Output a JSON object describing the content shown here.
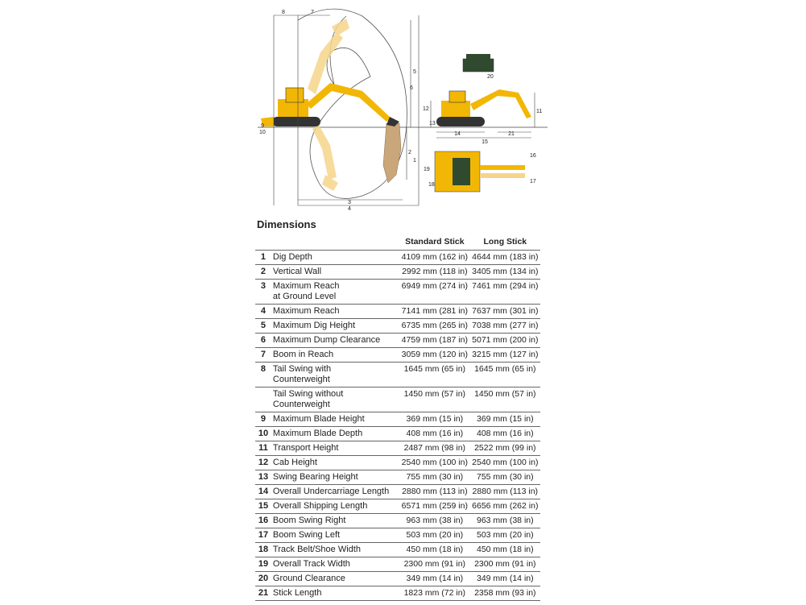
{
  "diagram": {
    "callouts": [
      "1",
      "2",
      "3",
      "4",
      "5",
      "6",
      "7",
      "8",
      "9",
      "10",
      "11",
      "12",
      "13",
      "14",
      "15",
      "16",
      "17",
      "18",
      "19",
      "20",
      "21"
    ]
  },
  "section_title": "Dimensions",
  "table": {
    "headers": [
      "",
      "",
      "Standard Stick",
      "Long Stick"
    ],
    "rows": [
      {
        "num": "1",
        "label": [
          "Dig Depth"
        ],
        "standard": "4109 mm (162 in)",
        "long": "4644 mm (183 in)"
      },
      {
        "num": "2",
        "label": [
          "Vertical Wall"
        ],
        "standard": "2992 mm (118 in)",
        "long": "3405 mm (134 in)"
      },
      {
        "num": "3",
        "label": [
          "Maximum Reach",
          "at Ground Level"
        ],
        "standard": "6949 mm (274 in)",
        "long": "7461 mm (294 in)"
      },
      {
        "num": "4",
        "label": [
          "Maximum Reach"
        ],
        "standard": "7141 mm (281 in)",
        "long": "7637 mm (301 in)"
      },
      {
        "num": "5",
        "label": [
          "Maximum Dig Height"
        ],
        "standard": "6735 mm (265 in)",
        "long": "7038 mm (277 in)"
      },
      {
        "num": "6",
        "label": [
          "Maximum Dump Clearance"
        ],
        "standard": "4759 mm (187 in)",
        "long": "5071 mm (200 in)"
      },
      {
        "num": "7",
        "label": [
          "Boom in Reach"
        ],
        "standard": "3059 mm (120 in)",
        "long": "3215 mm (127 in)"
      },
      {
        "num": "8",
        "label": [
          "Tail Swing with",
          "Counterweight"
        ],
        "standard": "1645 mm (65 in)",
        "long": "1645 mm (65 in)"
      },
      {
        "num": "",
        "label": [
          "Tail Swing without",
          "Counterweight"
        ],
        "standard": "1450 mm (57 in)",
        "long": "1450 mm (57 in)"
      },
      {
        "num": "9",
        "label": [
          "Maximum Blade Height"
        ],
        "standard": "369 mm (15 in)",
        "long": "369 mm (15 in)"
      },
      {
        "num": "10",
        "label": [
          "Maximum Blade Depth"
        ],
        "standard": "408 mm (16 in)",
        "long": "408 mm (16 in)"
      },
      {
        "num": "11",
        "label": [
          "Transport Height"
        ],
        "standard": "2487 mm (98 in)",
        "long": "2522 mm (99 in)"
      },
      {
        "num": "12",
        "label": [
          "Cab Height"
        ],
        "standard": "2540 mm (100 in)",
        "long": "2540 mm (100 in)"
      },
      {
        "num": "13",
        "label": [
          "Swing Bearing Height"
        ],
        "standard": "755 mm (30 in)",
        "long": "755 mm (30 in)"
      },
      {
        "num": "14",
        "label": [
          "Overall Undercarriage Length"
        ],
        "standard": "2880 mm (113 in)",
        "long": "2880 mm (113 in)"
      },
      {
        "num": "15",
        "label": [
          "Overall Shipping Length"
        ],
        "standard": "6571 mm (259 in)",
        "long": "6656 mm (262 in)"
      },
      {
        "num": "16",
        "label": [
          "Boom Swing Right"
        ],
        "standard": "963 mm (38 in)",
        "long": "963 mm (38 in)"
      },
      {
        "num": "17",
        "label": [
          "Boom Swing Left"
        ],
        "standard": "503 mm (20 in)",
        "long": "503 mm (20 in)"
      },
      {
        "num": "18",
        "label": [
          "Track Belt/Shoe Width"
        ],
        "standard": "450 mm (18 in)",
        "long": "450 mm (18 in)"
      },
      {
        "num": "19",
        "label": [
          "Overall Track Width"
        ],
        "standard": "2300 mm (91 in)",
        "long": "2300 mm (91 in)"
      },
      {
        "num": "20",
        "label": [
          "Ground Clearance"
        ],
        "standard": "349 mm (14 in)",
        "long": "349 mm (14 in)"
      },
      {
        "num": "21",
        "label": [
          "Stick Length"
        ],
        "standard": "1823 mm (72 in)",
        "long": "2358 mm (93 in)"
      }
    ]
  },
  "colors": {
    "machine": "#f2b705",
    "machine_light": "#f6d58a",
    "rock": "#c9a77a",
    "line": "#444444",
    "text": "#222222"
  }
}
